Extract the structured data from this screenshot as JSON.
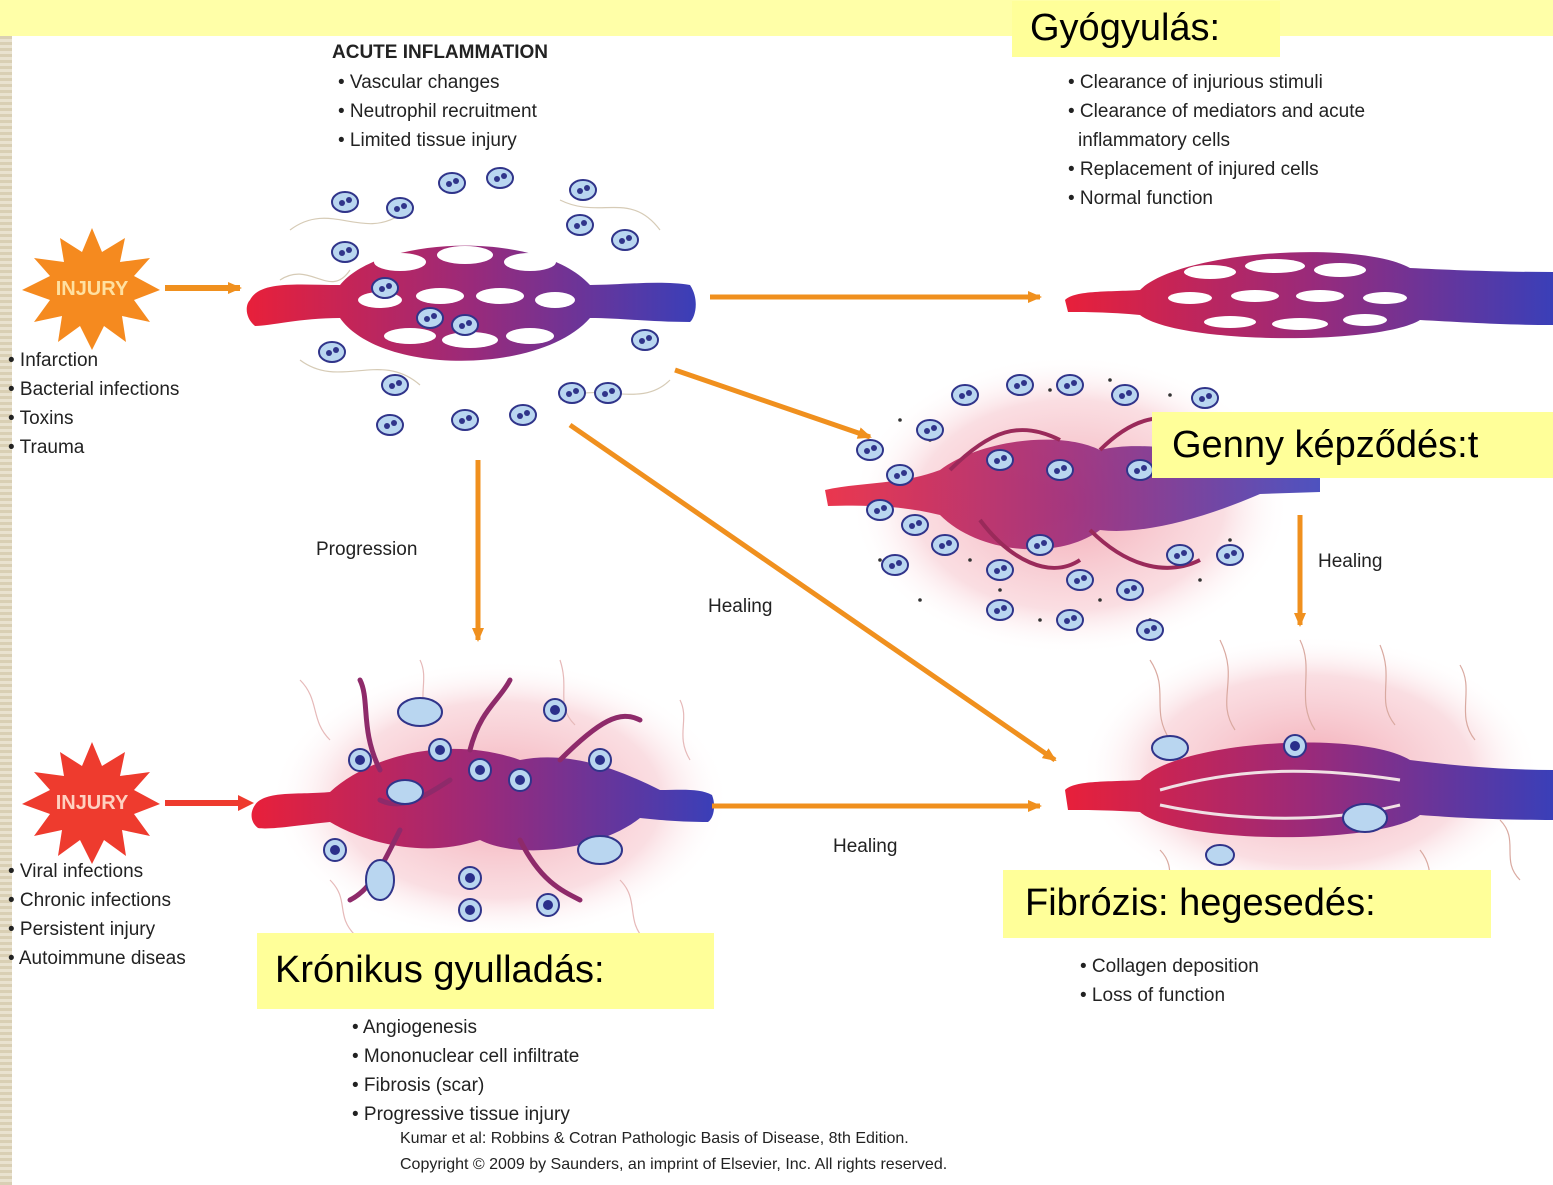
{
  "acute": {
    "title": "ACUTE INFLAMMATION",
    "bullets": [
      "• Vascular changes",
      "• Neutrophil recruitment",
      "• Limited tissue injury"
    ]
  },
  "resolution": {
    "bullets": [
      "• Clearance of injurious stimuli",
      "• Clearance of mediators and acute",
      "inflammatory cells",
      "• Replacement of injured cells",
      "• Normal function"
    ]
  },
  "injury_label": "INJURY",
  "injury1_causes": [
    "• Infarction",
    "• Bacterial infections",
    "• Toxins",
    "• Trauma"
  ],
  "injury2_causes": [
    "• Viral infections",
    "• Chronic infections",
    "• Persistent injury",
    "• Autoimmune diseas"
  ],
  "chronic": {
    "bullets": [
      "• Angiogenesis",
      "• Mononuclear cell infiltrate",
      "• Fibrosis (scar)",
      "• Progressive tissue injury"
    ]
  },
  "fibrosis": {
    "bullets": [
      "• Collagen deposition",
      "• Loss of function"
    ]
  },
  "arrow_labels": {
    "progression": "Progression",
    "healing_diag": "Healing",
    "healing_bottom": "Healing",
    "healing_right": "Healing"
  },
  "overlays": {
    "gyogyulas": "Gyógyulás:",
    "genny": "Genny képződés:t",
    "fibrozis": "Fibrózis: hegesedés:",
    "kronikus": "Krónikus gyulladás:"
  },
  "citation": {
    "line1": "Kumar et al: Robbins & Cotran Pathologic Basis of Disease, 8th Edition.",
    "line2": "Copyright © 2009 by Saunders, an imprint of Elsevier, Inc. All rights reserved."
  },
  "colors": {
    "arrow": "#f0901e",
    "arterial": "#e8203a",
    "venous": "#3a3fb8",
    "highlight": "#ffff99",
    "starburst_top": "#f58a1f",
    "starburst_bottom": "#ee3b2e"
  }
}
